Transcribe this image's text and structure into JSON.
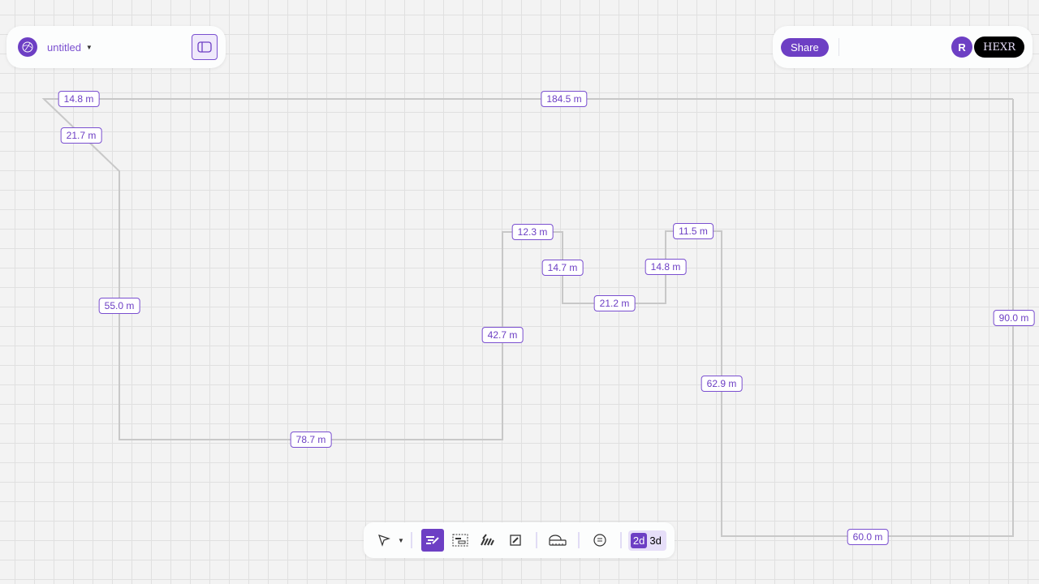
{
  "header": {
    "title": "untitled",
    "share_label": "Share",
    "avatar_initial": "R",
    "brand": "HEXR"
  },
  "toolbar": {
    "dim_2d": "2d",
    "dim_3d": "3d",
    "tools": [
      "select-icon",
      "wall-draw-icon",
      "area-select-icon",
      "hatch-icon",
      "edit-frame-icon",
      "tape-measure-icon",
      "comment-icon"
    ]
  },
  "colors": {
    "accent": "#6d3fc4",
    "wall": "#c8c8c8"
  },
  "measurements": [
    "14.8 m",
    "184.5 m",
    "21.7 m",
    "55.0 m",
    "78.7 m",
    "42.7 m",
    "12.3 m",
    "14.7 m",
    "21.2 m",
    "14.8 m",
    "11.5 m",
    "62.9 m",
    "90.0 m",
    "60.0 m"
  ]
}
